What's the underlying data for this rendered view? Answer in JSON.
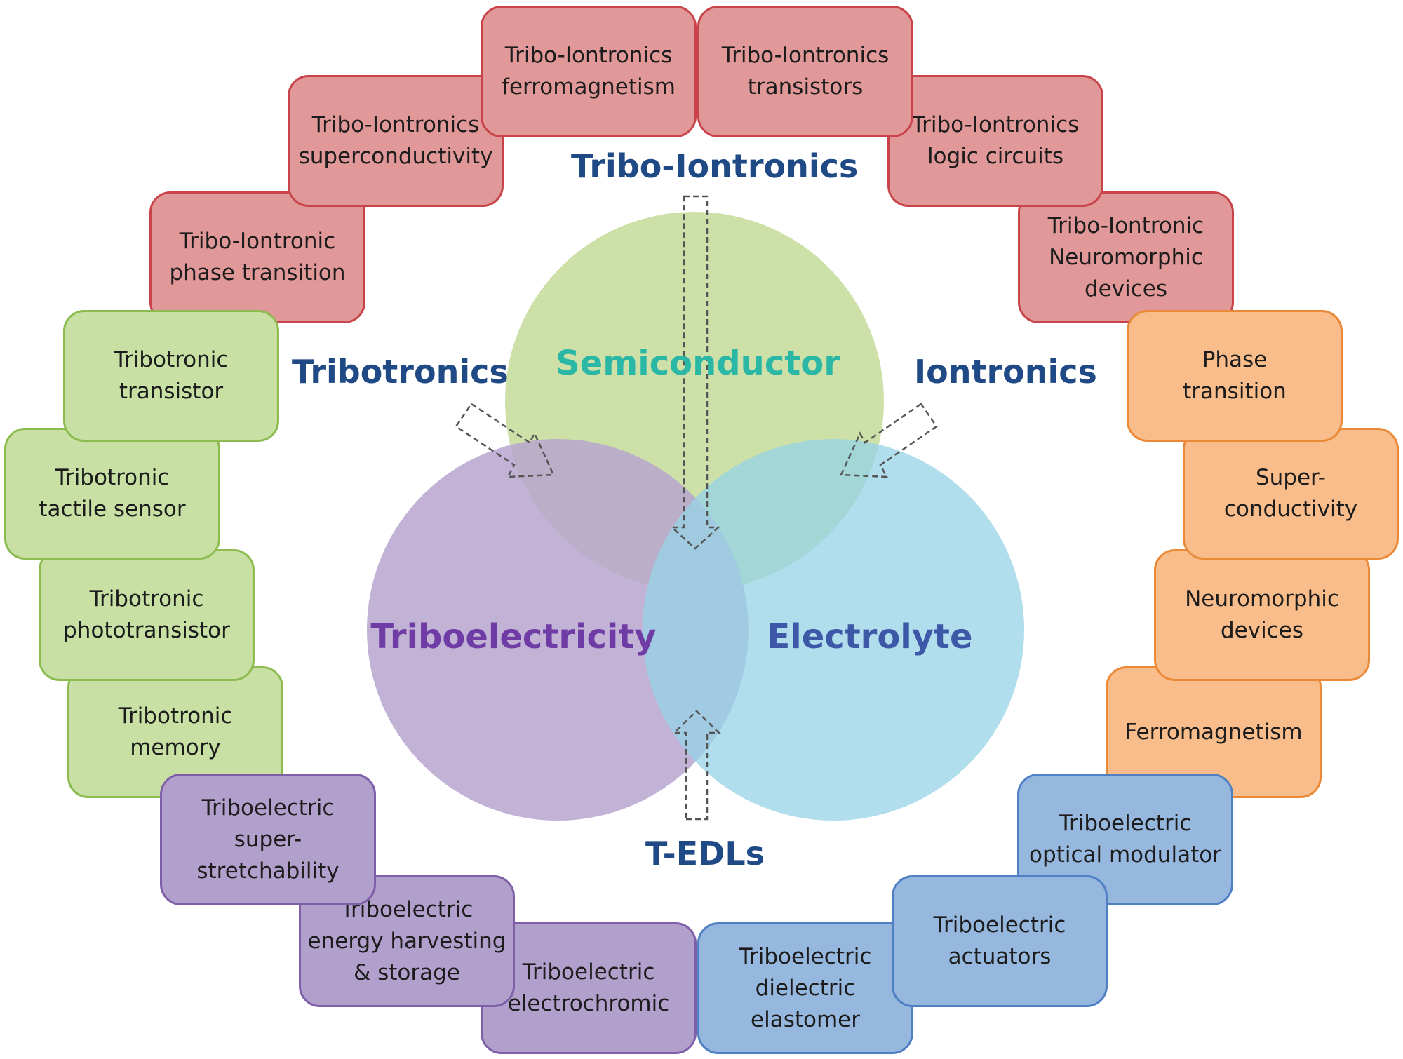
{
  "circles": {
    "semiconductor": {
      "label": "Semiconductor",
      "color": "#c6dd9f",
      "text_color": "#2bb7a6"
    },
    "triboelectricity": {
      "label": "Triboelectricity",
      "color": "#b6a5cf",
      "text_color": "#6f3ca6"
    },
    "electrolyte": {
      "label": "Electrolyte",
      "color": "#95d3e6",
      "text_color": "#3e58a8"
    }
  },
  "headings": {
    "tribo_iontronics": "Tribo-Iontronics",
    "tribotronics": "Tribotronics",
    "iontronics": "Iontronics",
    "t_edls": "T-EDLs"
  },
  "boxes": {
    "tribo_iontronics": [
      {
        "text": "Tribo-Iontronics\nferromagnetism",
        "group": "red"
      },
      {
        "text": "Tribo-Iontronics\ntransistors",
        "group": "red"
      },
      {
        "text": "Tribo-Iontronics\nsuperconductivity",
        "group": "red"
      },
      {
        "text": "Tribo-Iontronics\nlogic circuits",
        "group": "red"
      },
      {
        "text": "Tribo-Iontronic\nphase  transition",
        "group": "red"
      },
      {
        "text": "Tribo-Iontronic\nNeuromorphic\ndevices",
        "group": "red"
      }
    ],
    "tribotronics": [
      {
        "text": "Tribotronic\ntransistor",
        "group": "green"
      },
      {
        "text": "Tribotronic\ntactile sensor",
        "group": "green"
      },
      {
        "text": "Tribotronic\nphototransistor",
        "group": "green"
      },
      {
        "text": "Tribotronic\nmemory",
        "group": "green"
      }
    ],
    "iontronics": [
      {
        "text": "Phase\ntransition",
        "group": "orange"
      },
      {
        "text": "Super-\nconductivity",
        "group": "orange"
      },
      {
        "text": "Neuromorphic\ndevices",
        "group": "orange"
      },
      {
        "text": "Ferromagnetism",
        "group": "orange"
      }
    ],
    "triboelectric_left": [
      {
        "text": "Triboelectric\nsuper-\nstretchability",
        "group": "purple"
      },
      {
        "text": "Triboelectric\nenergy harvesting\n& storage",
        "group": "purple"
      },
      {
        "text": "Triboelectric\nelectrochromic",
        "group": "purple"
      }
    ],
    "triboelectric_right": [
      {
        "text": "Triboelectric\noptical modulator",
        "group": "blue"
      },
      {
        "text": "Triboelectric\nactuators",
        "group": "blue"
      },
      {
        "text": "Triboelectric\ndielectric\nelastomer",
        "group": "blue"
      }
    ]
  }
}
